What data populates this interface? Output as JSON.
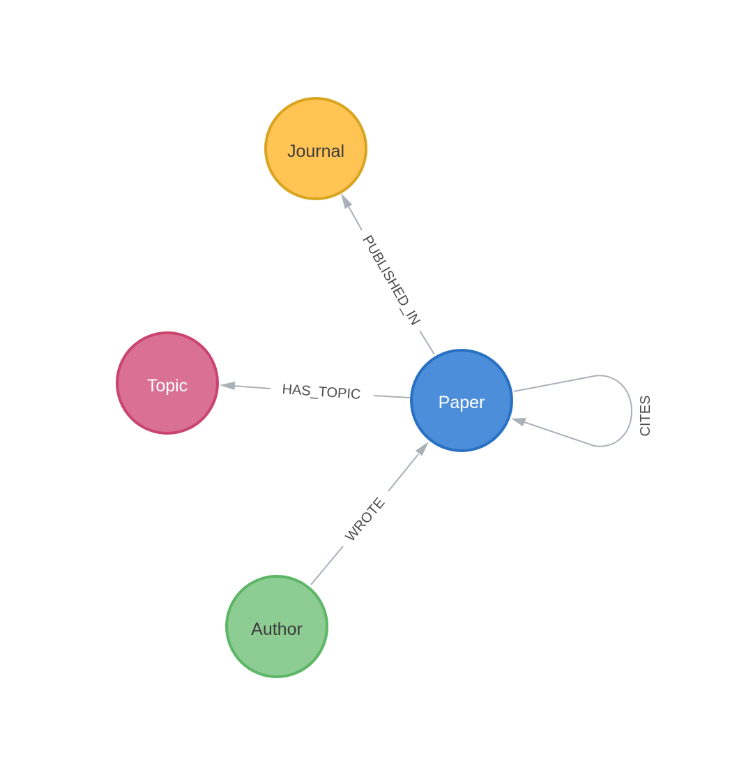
{
  "graph": {
    "nodes": [
      {
        "id": "journal",
        "label": "Journal",
        "fill": "#ffc454",
        "stroke": "#d9a520",
        "text_color": "#3a3a3a"
      },
      {
        "id": "topic",
        "label": "Topic",
        "fill": "#da7194",
        "stroke": "#c9456f",
        "text_color": "#ffffff"
      },
      {
        "id": "paper",
        "label": "Paper",
        "fill": "#4c8eda",
        "stroke": "#2870c2",
        "text_color": "#ffffff"
      },
      {
        "id": "author",
        "label": "Author",
        "fill": "#8dcc93",
        "stroke": "#5db665",
        "text_color": "#3a3a3a"
      }
    ],
    "edges": [
      {
        "id": "published_in",
        "label": "PUBLISHED_IN",
        "from": "paper",
        "to": "journal"
      },
      {
        "id": "has_topic",
        "label": "HAS_TOPIC",
        "from": "paper",
        "to": "topic"
      },
      {
        "id": "wrote",
        "label": "WROTE",
        "from": "author",
        "to": "paper"
      },
      {
        "id": "cites",
        "label": "CITES",
        "from": "paper",
        "to": "paper"
      }
    ],
    "edge_color": "#a9b0b8"
  }
}
